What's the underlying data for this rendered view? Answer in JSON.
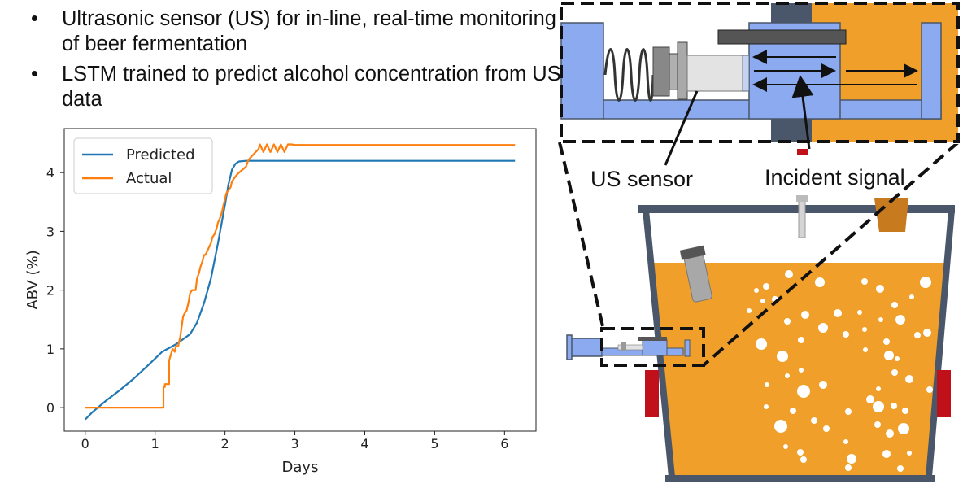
{
  "bullets": [
    "Ultrasonic sensor (US) for in-line, real-time monitoring of beer fermentation",
    "LSTM trained to predict alcohol concentration from US data"
  ],
  "diagram_labels": {
    "sensor": "US sensor",
    "signal": "Incident signal"
  },
  "colors": {
    "beer": "#F0A02A",
    "sensor_blue": "#8CAAEF",
    "tank_frame": "#4A5669",
    "clamp_red": "#C0101A",
    "cork": "#C77A1E",
    "predicted_line": "#1F77B4",
    "actual_line": "#FF7F0E"
  },
  "chart_data": {
    "type": "line",
    "xlabel": "Days",
    "ylabel": "ABV (%)",
    "xlim": [
      -0.3,
      6.45
    ],
    "ylim": [
      -0.4,
      4.75
    ],
    "xticks": [
      0,
      1,
      2,
      3,
      4,
      5,
      6
    ],
    "yticks": [
      0,
      1,
      2,
      3,
      4
    ],
    "legend_position": "top-left",
    "grid": false,
    "series": [
      {
        "name": "Predicted",
        "color": "#1F77B4",
        "x": [
          0,
          0.1,
          0.3,
          0.5,
          0.7,
          0.9,
          1.1,
          1.3,
          1.5,
          1.6,
          1.7,
          1.8,
          1.9,
          2.0,
          2.05,
          2.1,
          2.15,
          2.2,
          2.3,
          2.5,
          3.0,
          4.0,
          5.0,
          6.15
        ],
        "y": [
          -0.2,
          -0.08,
          0.12,
          0.3,
          0.5,
          0.72,
          0.95,
          1.08,
          1.25,
          1.45,
          1.78,
          2.2,
          2.8,
          3.45,
          3.8,
          4.05,
          4.15,
          4.19,
          4.2,
          4.2,
          4.2,
          4.2,
          4.2,
          4.2
        ]
      },
      {
        "name": "Actual",
        "color": "#FF7F0E",
        "x": [
          0,
          1.12,
          1.12,
          1.14,
          1.14,
          1.2,
          1.2,
          1.25,
          1.28,
          1.3,
          1.33,
          1.36,
          1.4,
          1.42,
          1.45,
          1.48,
          1.5,
          1.53,
          1.58,
          1.6,
          1.63,
          1.65,
          1.68,
          1.7,
          1.72,
          1.74,
          1.76,
          1.78,
          1.8,
          1.82,
          1.85,
          1.88,
          1.9,
          1.92,
          1.95,
          1.98,
          2.0,
          2.02,
          2.05,
          2.08,
          2.1,
          2.13,
          2.16,
          2.2,
          2.25,
          2.3,
          2.33,
          2.36,
          2.4,
          2.44,
          2.48,
          2.5,
          2.55,
          2.6,
          2.65,
          2.7,
          2.75,
          2.8,
          2.85,
          2.9,
          2.95,
          3.0,
          6.15
        ],
        "y": [
          0,
          0,
          0.35,
          0.35,
          0.4,
          0.4,
          0.8,
          1.0,
          0.95,
          1.05,
          1.05,
          1.2,
          1.55,
          1.6,
          1.65,
          1.8,
          1.95,
          2.0,
          2.0,
          2.2,
          2.3,
          2.4,
          2.5,
          2.6,
          2.6,
          2.65,
          2.7,
          2.75,
          2.8,
          2.9,
          2.95,
          3.05,
          3.15,
          3.2,
          3.3,
          3.45,
          3.55,
          3.65,
          3.7,
          3.75,
          3.85,
          3.9,
          3.95,
          4.0,
          4.05,
          4.1,
          4.2,
          4.25,
          4.3,
          4.35,
          4.4,
          4.48,
          4.35,
          4.48,
          4.35,
          4.48,
          4.35,
          4.48,
          4.35,
          4.48,
          4.48,
          4.47,
          4.47
        ]
      }
    ]
  }
}
